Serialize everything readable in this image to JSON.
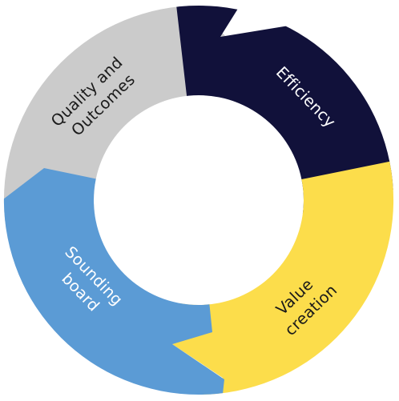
{
  "diagram": {
    "segments": [
      {
        "id": "quality",
        "label_lines": [
          "Quality and",
          "Outcomes"
        ],
        "color": "#cbcbcb",
        "text_color": "#1a1a1a"
      },
      {
        "id": "efficiency",
        "label_lines": [
          "Efficiency"
        ],
        "color": "#11113a",
        "text_color": "#ffffff"
      },
      {
        "id": "value",
        "label_lines": [
          "Value",
          "creation"
        ],
        "color": "#fcdd4b",
        "text_color": "#1a1a1a"
      },
      {
        "id": "sounding",
        "label_lines": [
          "Sounding",
          "board"
        ],
        "color": "#5b9bd5",
        "text_color": "#ffffff"
      }
    ]
  }
}
